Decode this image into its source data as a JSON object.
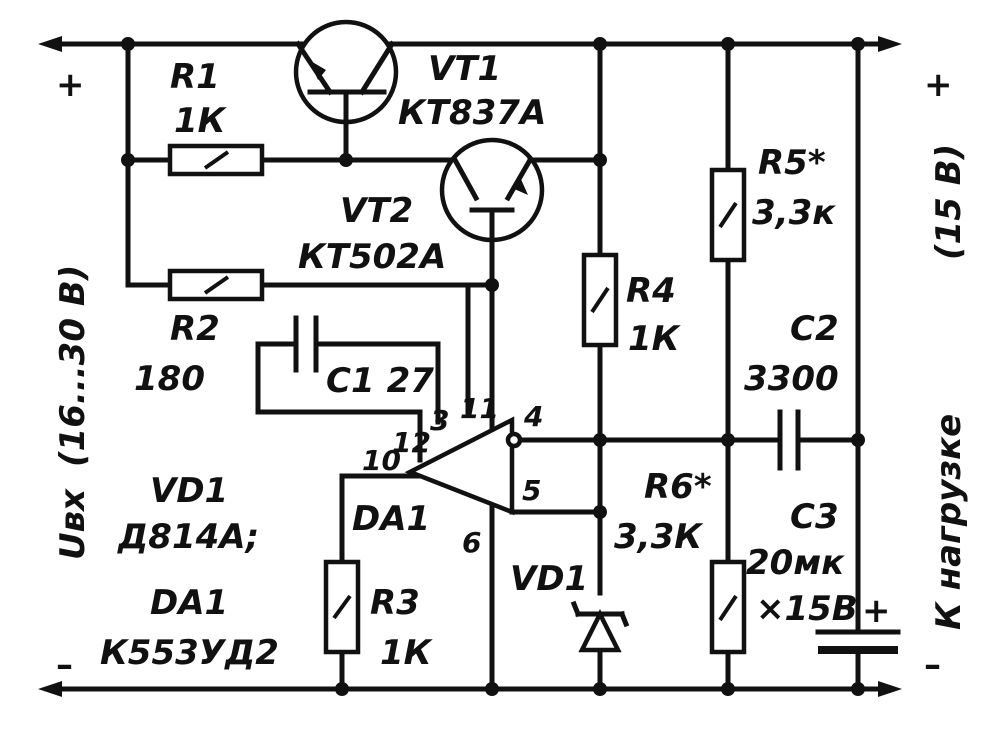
{
  "input": {
    "label": "Uвх",
    "range": "(16...30 В)",
    "plus": "+",
    "minus": "–"
  },
  "output": {
    "label": "К нагрузке",
    "voltage": "(15 В)",
    "plus": "+",
    "minus": "–"
  },
  "components": {
    "R1": {
      "ref": "R1",
      "value": "1К"
    },
    "R2": {
      "ref": "R2",
      "value": "180"
    },
    "R3": {
      "ref": "R3",
      "value": "1К"
    },
    "R4": {
      "ref": "R4",
      "value": "1К"
    },
    "R5": {
      "ref": "R5*",
      "value": "3,3к"
    },
    "R6": {
      "ref": "R6*",
      "value": "3,3К"
    },
    "C1": {
      "ref": "C1",
      "value": "27"
    },
    "C2": {
      "ref": "C2",
      "value": "3300"
    },
    "C3": {
      "ref": "C3",
      "value": "20мк",
      "rating": "×15В",
      "polarity": "+"
    },
    "VT1": {
      "ref": "VT1",
      "part": "КТ837А"
    },
    "VT2": {
      "ref": "VT2",
      "part": "КТ502А"
    },
    "VD1": {
      "ref": "VD1"
    },
    "DA1": {
      "ref": "DA1"
    }
  },
  "opamp_pins": {
    "p3": "3",
    "p11": "11",
    "p10": "10",
    "p12": "12",
    "p4": "4",
    "p5": "5",
    "p6": "6"
  },
  "legend": {
    "vd1": "VD1",
    "vd1_part": "Д814А;",
    "da1": "DA1",
    "da1_part": "К553УД2"
  }
}
